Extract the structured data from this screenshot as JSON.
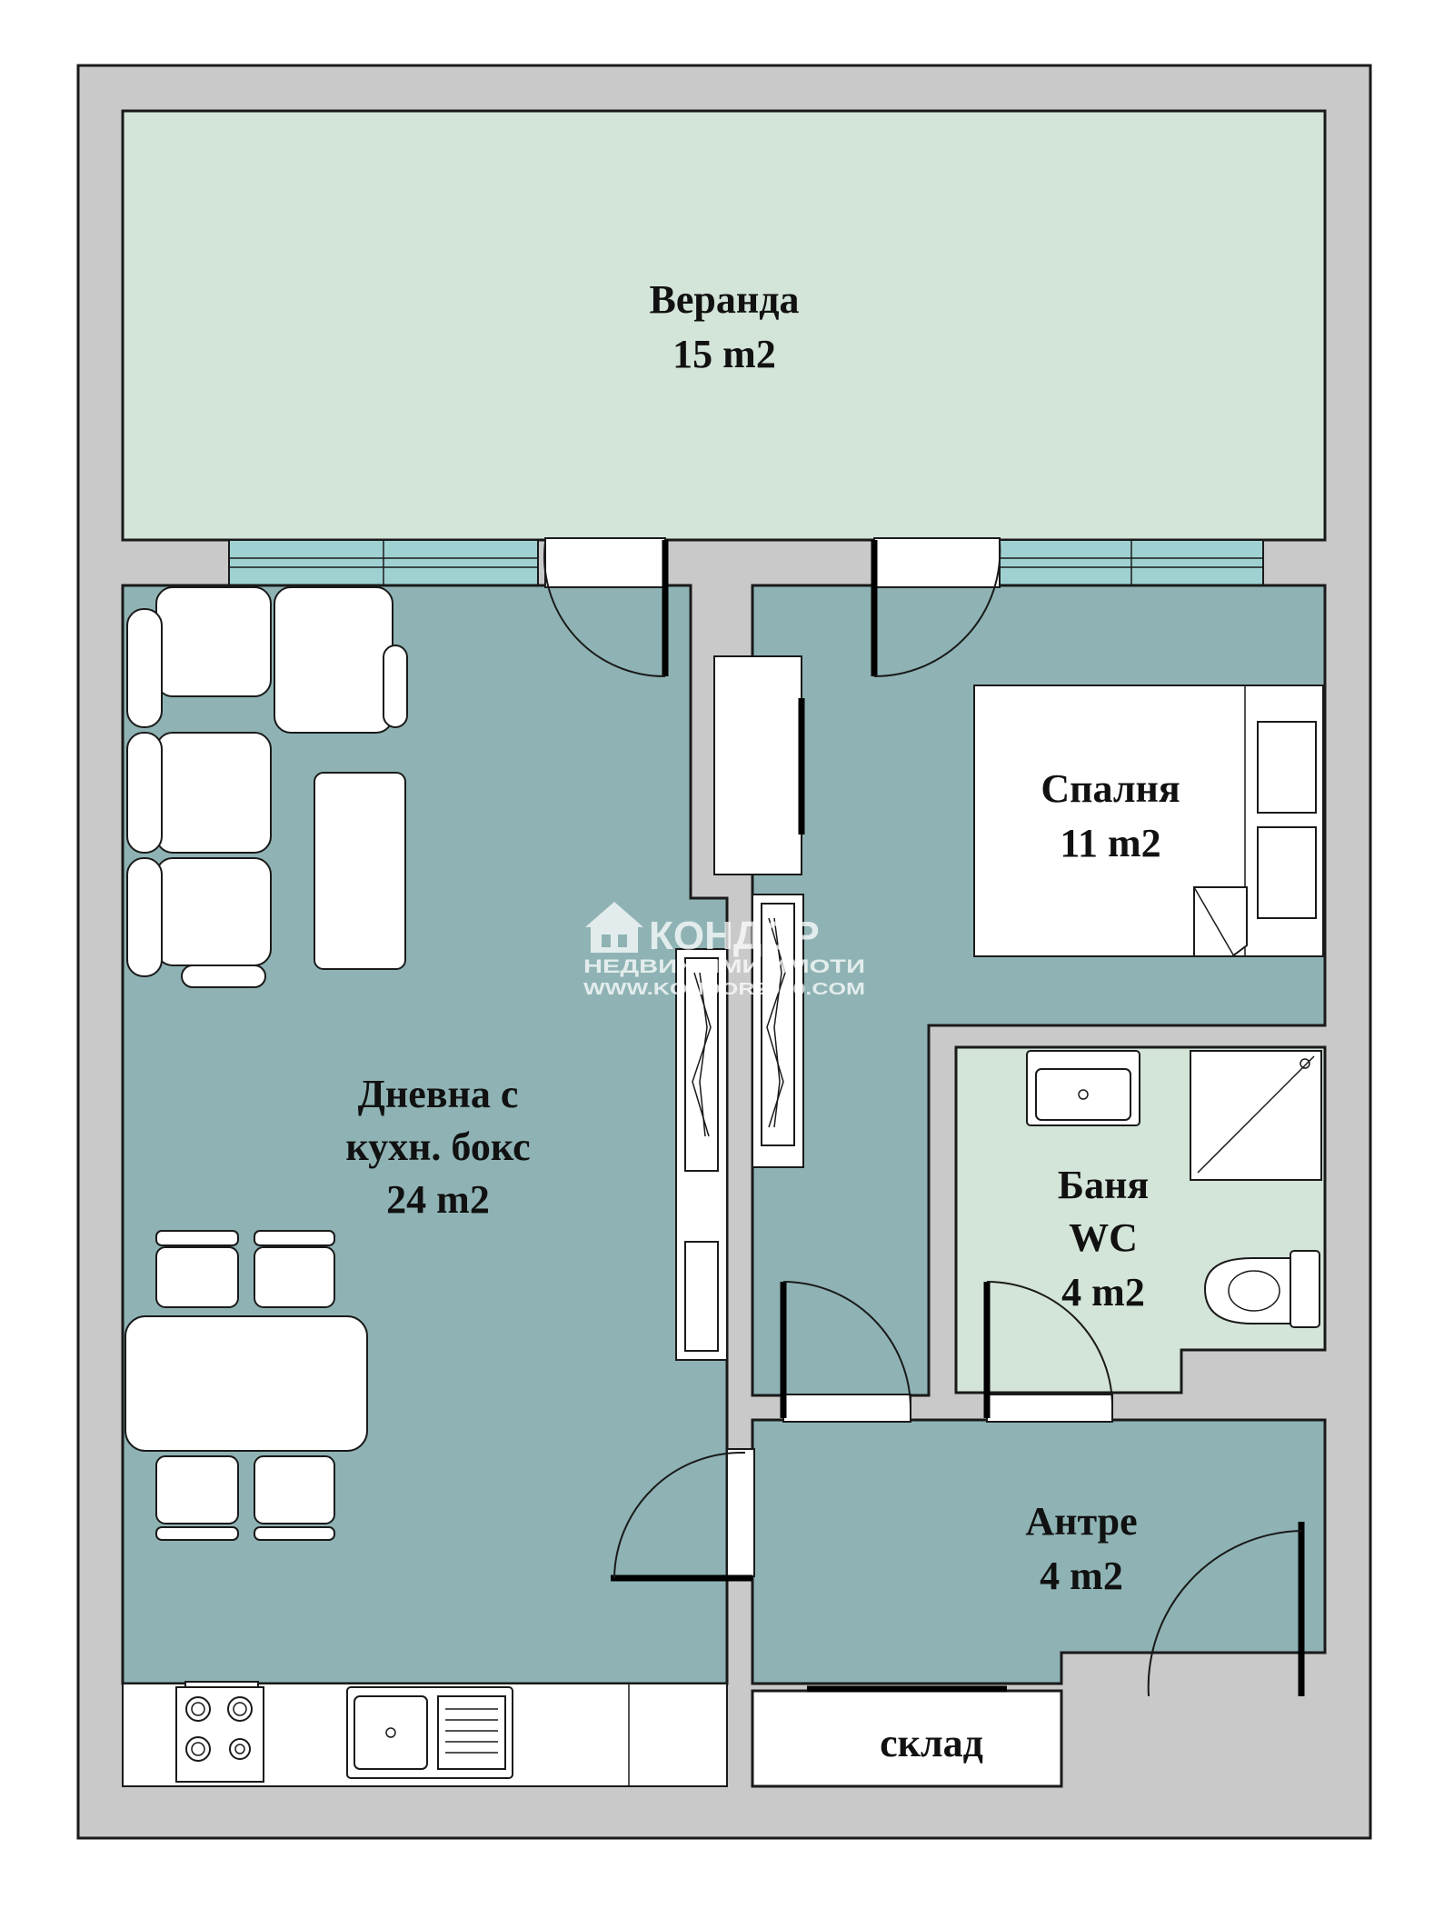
{
  "colors": {
    "wall": "#c9c9c9",
    "wall_stroke": "#1a1a1a",
    "veranda": "#d3e4d8",
    "main_room": "#8fb3b4",
    "bathroom": "#d3e4d8",
    "window_glass": "#9fd1d2",
    "furniture": "#ffffff"
  },
  "rooms": {
    "veranda": {
      "name": "Веранда",
      "area": "15 m2"
    },
    "living": {
      "line1": "Дневна с",
      "line2": "кухн. бокс",
      "area": "24 m2"
    },
    "bedroom": {
      "name": "Спалня",
      "area": "11 m2"
    },
    "bathroom": {
      "name": "Баня",
      "name2": "WC",
      "area": "4 m2"
    },
    "entrance": {
      "name": "Антре",
      "area": "4 m2"
    },
    "storage": {
      "name": "склад"
    }
  },
  "watermark": {
    "brand": "КОНДОР",
    "tagline": "НЕДВИЖИМИ ИМОТИ",
    "url": "WWW.KONDOR2000.COM",
    "logo_icon": "house-logo-icon"
  }
}
